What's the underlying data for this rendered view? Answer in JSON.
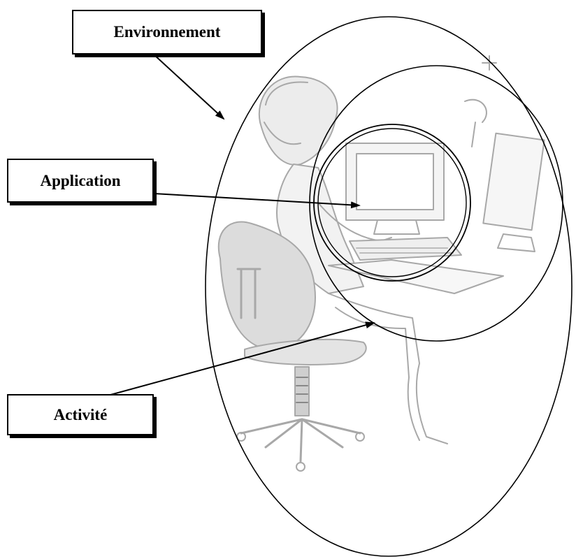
{
  "labels": {
    "environnement": "Environnement",
    "application": "Application",
    "activite": "Activité"
  },
  "colors": {
    "line": "#000000",
    "sketch": "#9a9a9a",
    "background": "#ffffff"
  }
}
